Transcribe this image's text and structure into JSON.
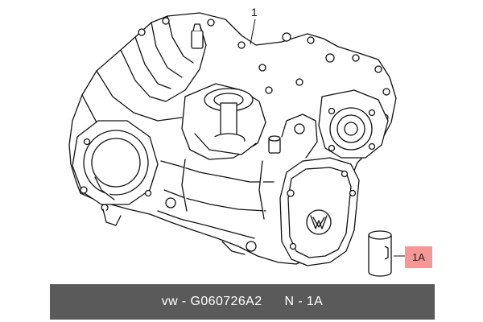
{
  "diagram": {
    "callouts": {
      "main": "1",
      "part": "1A"
    }
  },
  "footer": {
    "part_number": "vw - G060726A2",
    "reference": "N - 1A"
  },
  "colors": {
    "footer_bg": "#5a5a5a",
    "badge_bg": "#f69796",
    "line": "#111111",
    "fill": "#ffffff"
  }
}
